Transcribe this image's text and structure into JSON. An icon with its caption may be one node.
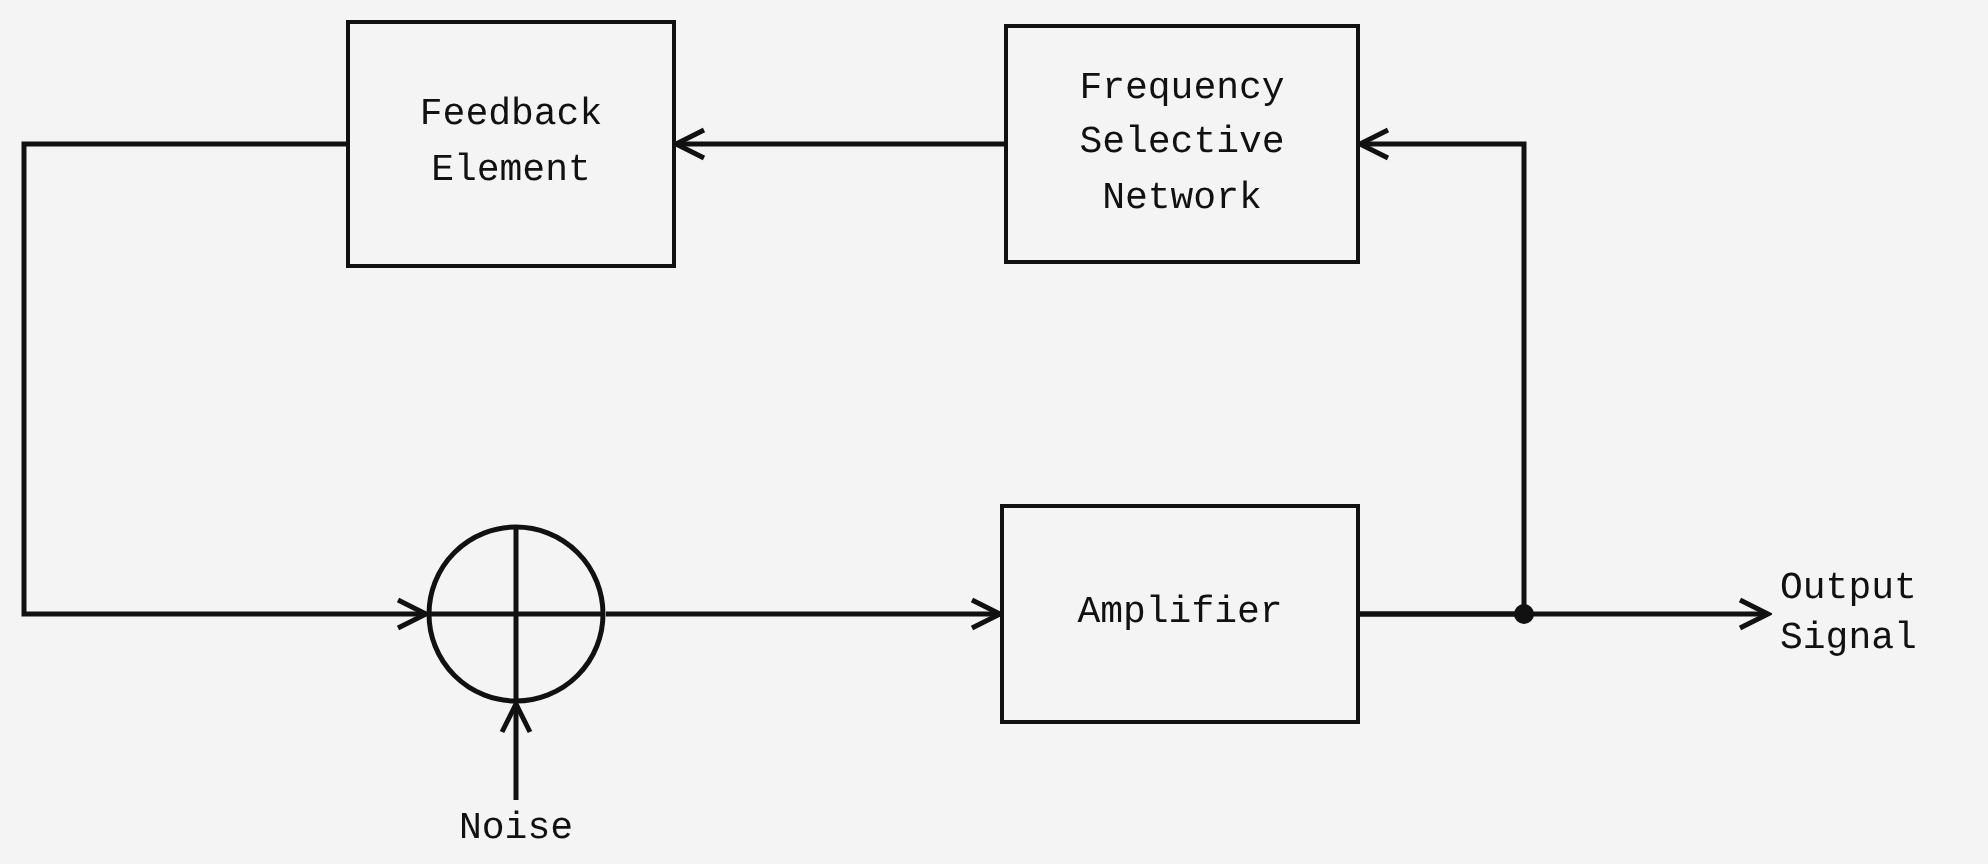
{
  "diagram": {
    "nodes": [
      {
        "text": [
          "Feedback Element"
        ]
      },
      {
        "text": [
          "Frequency Selective Network"
        ]
      },
      {
        "text": [],
        "shape": "circle"
      },
      {
        "text": [
          "Amplifier"
        ]
      },
      {
        "text": [
          "Noise"
        ]
      },
      {
        "text": [
          "Output Signal"
        ]
      }
    ],
    "edges": [
      {
        "from": 3,
        "to": 5,
        "arrow": "to"
      },
      {
        "from": 3,
        "to": 1,
        "arrow": "to"
      },
      {
        "from": 1,
        "to": 0,
        "arrow": "to"
      },
      {
        "from": 0,
        "to": 2,
        "arrow": "to"
      },
      {
        "from": 4,
        "to": 2,
        "arrow": "to"
      },
      {
        "from": 2,
        "to": 3,
        "arrow": "to"
      }
    ]
  }
}
